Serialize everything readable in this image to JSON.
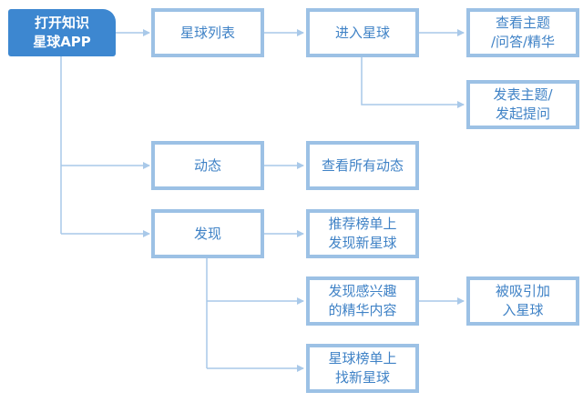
{
  "colors": {
    "start_fill": "#3d87d0",
    "node_border": "#9cc1e5",
    "text": "#3f82c6",
    "line": "#a9c9e9"
  },
  "nodes": {
    "start": "打开知识\n星球APP",
    "planet_list": "星球列表",
    "enter_planet": "进入星球",
    "view_topics": "查看主题\n/问答/精华",
    "post_topic": "发表主题/\n发起提问",
    "dynamics": "动态",
    "view_dynamics": "查看所有动态",
    "discover": "发现",
    "recommend_list": "推荐榜单上\n发现新星球",
    "interest_content": "发现感兴趣\n的精华内容",
    "attracted_join": "被吸引加\n入星球",
    "planet_ranking": "星球榜单上\n找新星球"
  }
}
